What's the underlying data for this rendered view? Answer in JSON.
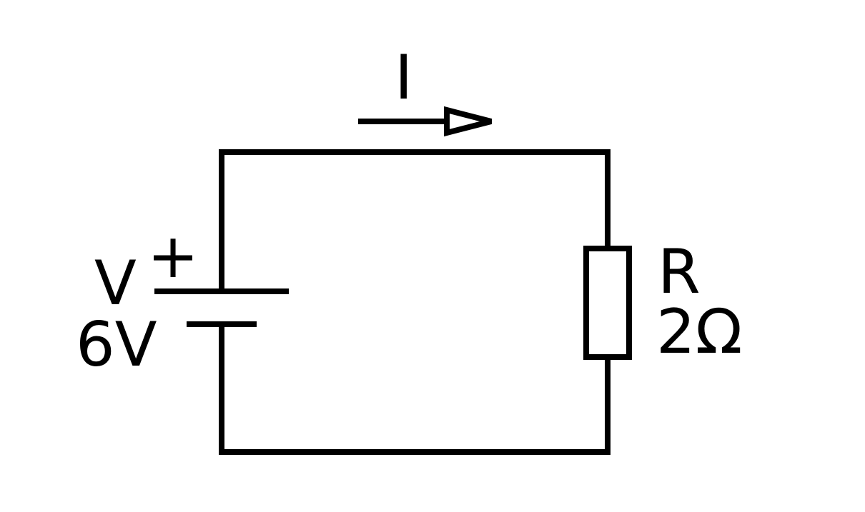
{
  "diagram": {
    "current_label": "I",
    "source": {
      "symbol": "V",
      "value": "6V",
      "polarity": "+"
    },
    "resistor": {
      "symbol": "R",
      "value": "2Ω"
    },
    "colors": {
      "line": "#000000",
      "background": "#ffffff"
    }
  }
}
